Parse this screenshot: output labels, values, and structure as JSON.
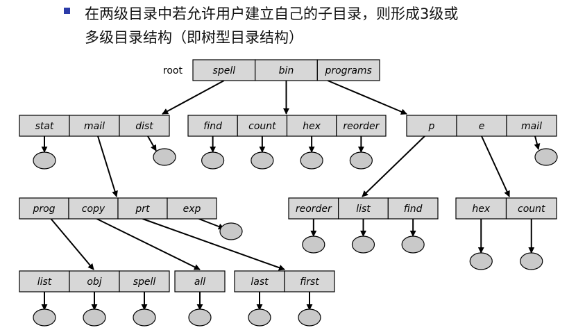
{
  "bullet": {
    "line1": "在两级目录中若允许用户建立自己的子目录，则形成3级或",
    "line2": "多级目录结构（即树型目录结构）"
  },
  "colors": {
    "box_fill": "#d7d7d7",
    "node_fill": "#c9c9c9",
    "bullet": "#2b3ba8"
  },
  "tree": {
    "root_label": "root",
    "root_entries": [
      "spell",
      "bin",
      "programs"
    ],
    "spell_dir": [
      "stat",
      "mail",
      "dist"
    ],
    "bin_dir": [
      "find",
      "count",
      "hex",
      "reorder"
    ],
    "programs_dir": [
      "p",
      "e",
      "mail"
    ],
    "mail_dir": [
      "prog",
      "copy",
      "prt",
      "exp"
    ],
    "p_dir": [
      "reorder",
      "list",
      "find"
    ],
    "e_dir": [
      "hex",
      "count"
    ],
    "prog_dir": [
      "list",
      "obj",
      "spell"
    ],
    "copy_dir": [
      "all"
    ],
    "prt_dir": [
      "last",
      "first"
    ]
  }
}
